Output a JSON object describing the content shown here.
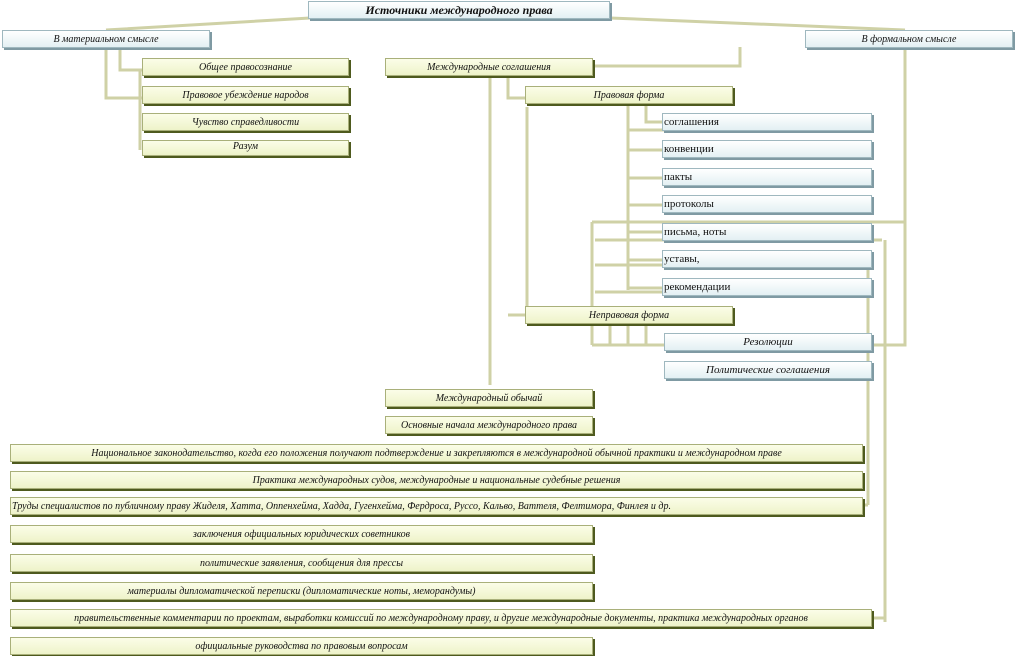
{
  "title": "Источники международного права",
  "material": {
    "header": "В материальном смысле",
    "items": [
      "Общее правосознание",
      "Правовое убеждение народов",
      "Чувство справедливости",
      "Разум"
    ]
  },
  "formal": {
    "header": "В формальном смысле"
  },
  "agreements": {
    "label": "Международные соглашения",
    "legal_form": {
      "label": "Правовая форма",
      "items": [
        "соглашения",
        "конвенции",
        "пакты",
        "протоколы",
        "письма, ноты",
        "уставы,",
        "рекомендации"
      ]
    },
    "nonlegal_form": {
      "label": "Неправовая форма",
      "items": [
        "Резолюции",
        "Политические соглашения"
      ]
    }
  },
  "custom": "Международный обычай",
  "principles": "Основные начала международного права",
  "national_legislation": "Национальное законодательство, когда его положения получают подтверждение и закрепляются в международной обычной практики и международном праве",
  "court_practice": "Практика международных судов, международные и национальные судебные решения",
  "doctrine": "Труды  специалистов по публичному праву Жиделя, Хатта, Оппенхейма, Хадда, Гугенхейма, Фердроса, Руссо, Кальво, Ваттеля, Фелтимора, Финлея и др.",
  "official_docs": [
    "заключения официальных юридических советников",
    "политические заявления, сообщения для прессы",
    "материалы дипломатической переписки (дипломатические ноты, меморандумы)",
    "правительственные комментарии по проектам, выработки комиссий по международному праву, и другие международные документы, практика международных органов",
    "официальные руководства по правовым вопросам"
  ]
}
